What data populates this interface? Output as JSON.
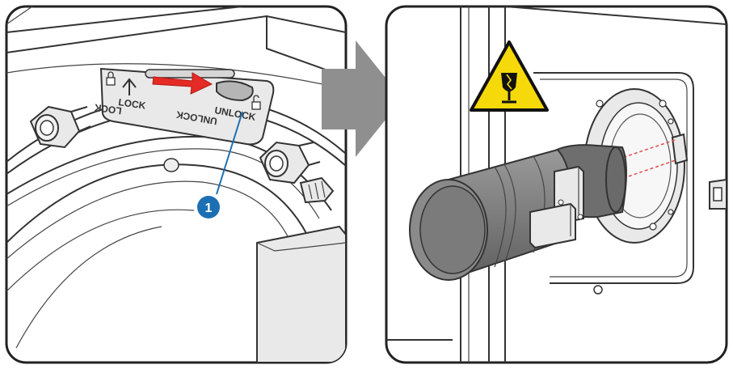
{
  "left_panel": {
    "lock_label": "LOCK",
    "lock_label_mirrored": "LOCK",
    "unlock_label": "UNLOCK",
    "unlock_label_mirrored": "UNLOCK",
    "callout_number": "1",
    "colors": {
      "arrow": "#e52b25",
      "callout": "#1d6fb3"
    }
  },
  "arrow": {
    "color": "#8f8f8f"
  },
  "right_panel": {
    "warning_icon": "fragile-glass-warning-icon",
    "colors": {
      "warning_bg": "#f5d90a",
      "laser": "#e64a4a"
    }
  }
}
